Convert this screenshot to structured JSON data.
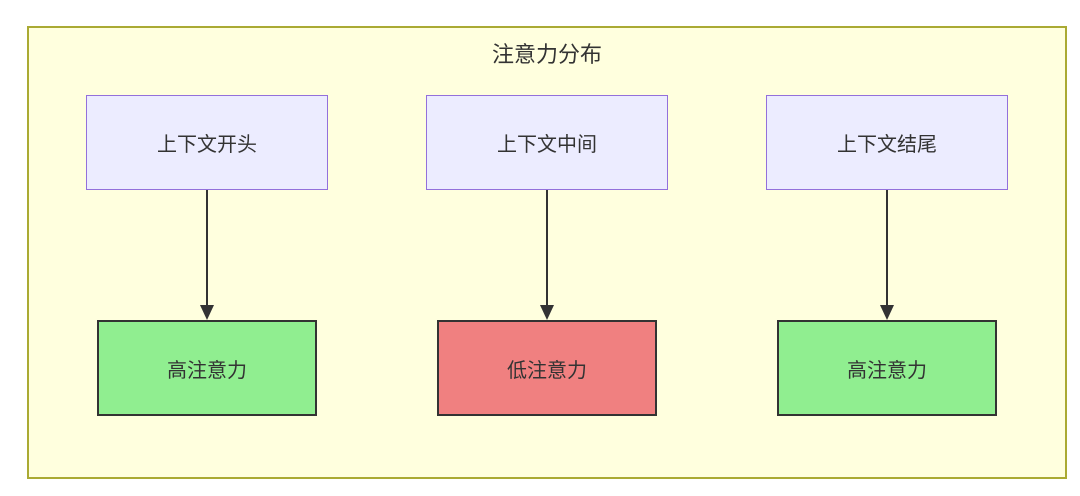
{
  "diagram": {
    "title": "注意力分布",
    "columns": [
      {
        "source": {
          "label": "上下文开头"
        },
        "target": {
          "label": "高注意力",
          "fill": "#90EE90"
        }
      },
      {
        "source": {
          "label": "上下文中间"
        },
        "target": {
          "label": "低注意力",
          "fill": "#F08080"
        }
      },
      {
        "source": {
          "label": "上下文结尾"
        },
        "target": {
          "label": "高注意力",
          "fill": "#90EE90"
        }
      }
    ],
    "colors": {
      "container_fill": "#FFFFDE",
      "container_border": "#AAAA33",
      "source_fill": "#ECECFF",
      "source_border": "#9370DB",
      "target_border": "#333333",
      "high_attention_fill": "#90EE90",
      "low_attention_fill": "#F08080",
      "arrow": "#333333",
      "text": "#333333"
    }
  }
}
